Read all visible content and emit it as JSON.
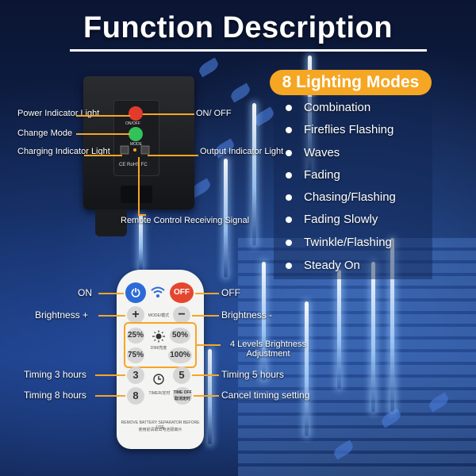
{
  "title": "Function Description",
  "modes": {
    "heading": "8 Lighting Modes",
    "items": [
      "Combination",
      "Fireflies Flashing",
      "Waves",
      "Fading",
      "Chasing/Flashing",
      "Fading Slowly",
      "Twinkle/Flashing",
      "Steady On"
    ]
  },
  "controller": {
    "power_indicator": "Power Indicator Light",
    "change_mode": "Change Mode",
    "charging_indicator": "Charging Indicator Light",
    "on_off": "ON/ OFF",
    "output_indicator": "Output Indicator Light",
    "remote_receiving": "Remote Control Receiving Signal",
    "panel_on_off": "ON/OFF",
    "panel_mode": "MODE",
    "panel_marks": "CE RoHS FC"
  },
  "remote": {
    "on_label": "ON",
    "off_label": "OFF",
    "brightness_plus": "Brightness +",
    "brightness_minus": "Brightness -",
    "four_levels": "4 Levels Brightness Adjustment",
    "timing_3": "Timing 3 hours",
    "timing_5": "Timing 5 hours",
    "timing_8": "Timing 8 hours",
    "cancel_timing": "Cancel timing setting",
    "btn_off": "OFF",
    "btn_plus": "+",
    "btn_minus": "−",
    "btn_mode": "MODE/模式",
    "btn_25": "25%",
    "btn_50": "50%",
    "btn_75": "75%",
    "btn_100": "100%",
    "btn_dim": "DIM/亮度",
    "btn_3": "3",
    "btn_5": "5",
    "btn_8": "8",
    "btn_timer": "TIMER/定时",
    "btn_timeoff": "TIME OFF 取消定时",
    "bottom_text_1": "REMOVE BATTERY SEPARATOR BEFORE USE",
    "bottom_text_2": "使用前请取出电池隔离片"
  },
  "colors": {
    "accent": "#f5a623",
    "power_red": "#e5462e",
    "button_blue": "#2b6bd8"
  }
}
